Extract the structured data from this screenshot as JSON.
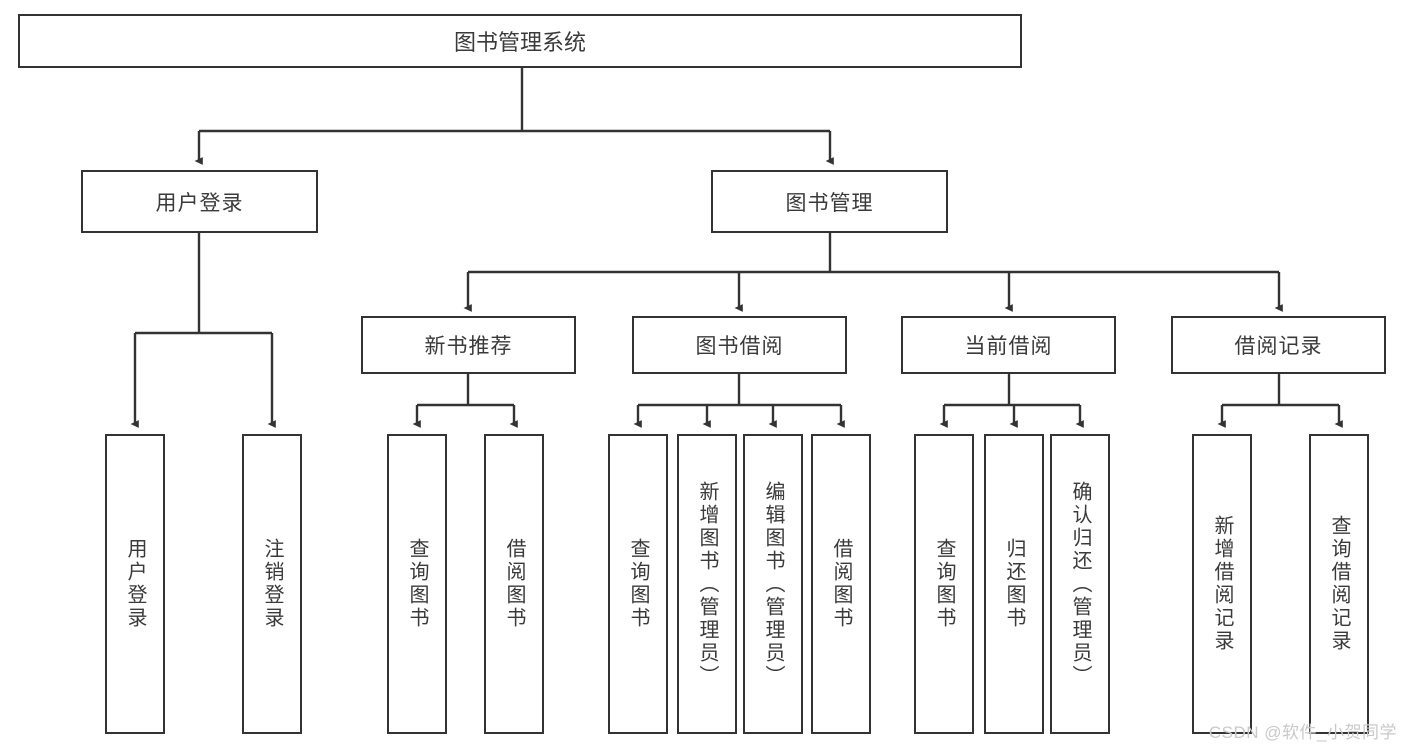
{
  "diagram": {
    "title": "图书管理系统",
    "type": "功能结构图",
    "colors": {
      "background": "#ffffff",
      "box_border": "#333333",
      "box_fill": "#ffffff",
      "text": "#3a3a3a",
      "connector": "#333333",
      "watermark": "#c9c9c9"
    },
    "root": {
      "label": "图书管理系统"
    },
    "level2": [
      {
        "id": "user-login",
        "label": "用户登录"
      },
      {
        "id": "book-manage",
        "label": "图书管理"
      }
    ],
    "level3": [
      {
        "id": "new-book-recommend",
        "label": "新书推荐"
      },
      {
        "id": "book-borrow",
        "label": "图书借阅"
      },
      {
        "id": "current-borrow",
        "label": "当前借阅"
      },
      {
        "id": "borrow-record",
        "label": "借阅记录"
      }
    ],
    "leaves": {
      "user_login": [
        {
          "id": "leaf-user-login",
          "label": "用户登录"
        },
        {
          "id": "leaf-logout-login",
          "label": "注销登录"
        }
      ],
      "new_book_recommend": [
        {
          "id": "leaf-query-book-1",
          "label": "查询图书"
        },
        {
          "id": "leaf-borrow-book-1",
          "label": "借阅图书"
        }
      ],
      "book_borrow": [
        {
          "id": "leaf-query-book-2",
          "label": "查询图书"
        },
        {
          "id": "leaf-add-book",
          "label": "新增图书（管理员）"
        },
        {
          "id": "leaf-edit-book",
          "label": "编辑图书（管理员）"
        },
        {
          "id": "leaf-borrow-book-2",
          "label": "借阅图书"
        }
      ],
      "current_borrow": [
        {
          "id": "leaf-query-book-3",
          "label": "查询图书"
        },
        {
          "id": "leaf-return-book",
          "label": "归还图书"
        },
        {
          "id": "leaf-confirm-return",
          "label": "确认归还（管理员）"
        }
      ],
      "borrow_record": [
        {
          "id": "leaf-add-record",
          "label": "新增借阅记录"
        },
        {
          "id": "leaf-query-record",
          "label": "查询借阅记录"
        }
      ]
    },
    "watermark": "CSDN @软件_小贺同学"
  }
}
